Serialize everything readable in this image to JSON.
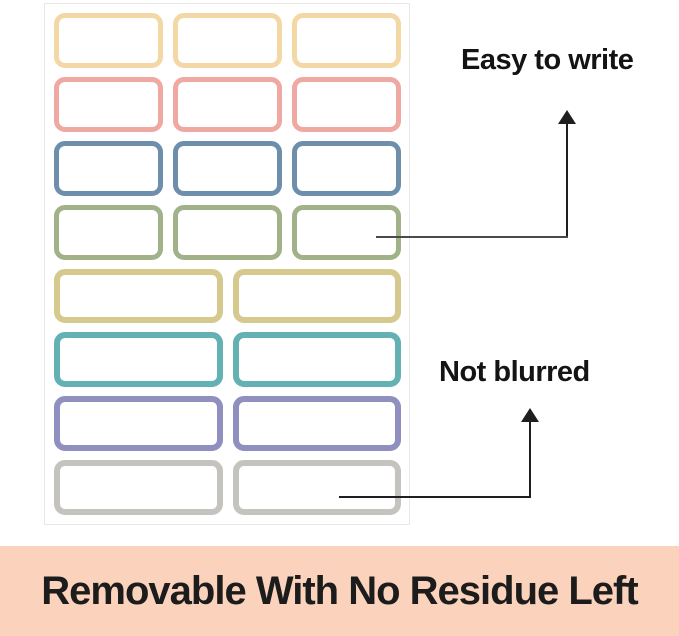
{
  "product": {
    "sheet": {
      "rows": [
        {
          "color_name": "cream-yellow",
          "border_color": "#f3d8a5",
          "labels": 3
        },
        {
          "color_name": "salmon-pink",
          "border_color": "#efa8a2",
          "labels": 3
        },
        {
          "color_name": "steel-blue",
          "border_color": "#6d8fac",
          "labels": 3
        },
        {
          "color_name": "sage-green",
          "border_color": "#a1b289",
          "labels": 3
        },
        {
          "color_name": "khaki",
          "border_color": "#d6c98d",
          "labels": 2
        },
        {
          "color_name": "teal",
          "border_color": "#64b1b4",
          "labels": 2
        },
        {
          "color_name": "lavender",
          "border_color": "#8f90bf",
          "labels": 2
        },
        {
          "color_name": "gray",
          "border_color": "#c5c3be",
          "labels": 2
        }
      ]
    }
  },
  "annotations": {
    "easy_to_write": {
      "text": "Easy to write"
    },
    "not_blurred": {
      "text": "Not blurred"
    },
    "arrow_color": "#1f1f1f"
  },
  "banner": {
    "text": "Removable With No Residue Left",
    "background_color": "#fbd3bc",
    "text_color": "#1c1c1c"
  }
}
